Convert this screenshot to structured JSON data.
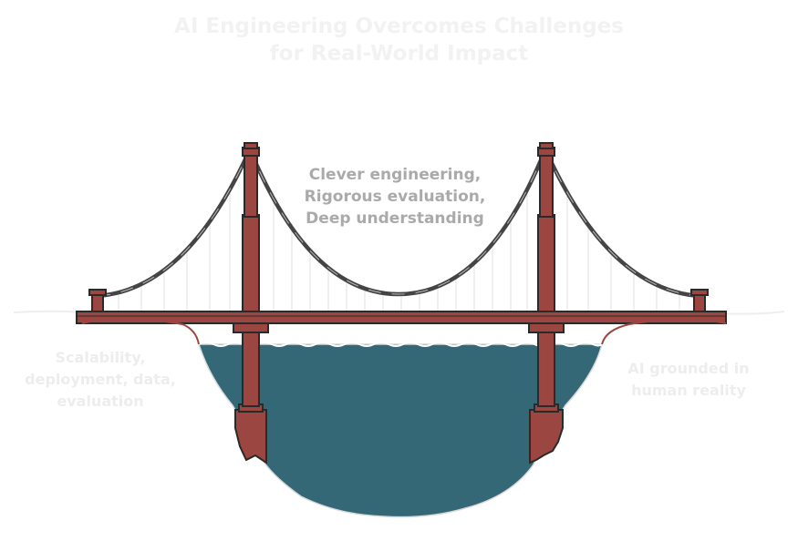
{
  "title": {
    "line1": "AI Engineering Overcomes Challenges",
    "line2": "for Real-World Impact"
  },
  "bridge_label": {
    "line1": "Clever engineering,",
    "line2": "Rigorous evaluation,",
    "line3": "Deep understanding"
  },
  "left_label": {
    "line1": "Scalability,",
    "line2": "deployment, data,",
    "line3": "evaluation"
  },
  "right_label": {
    "line1": "AI grounded in",
    "line2": "human reality"
  },
  "colors": {
    "tower": "#9b4640",
    "water": "#356877",
    "cable": "#444444",
    "outline": "#2a2a2a"
  }
}
